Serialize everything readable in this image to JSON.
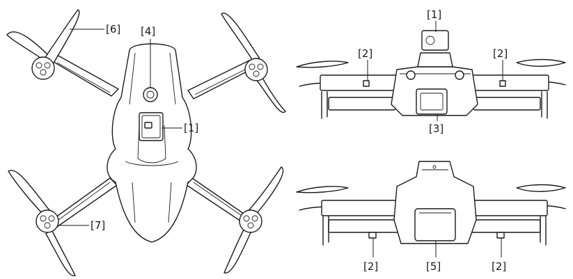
{
  "callouts": {
    "top_view": {
      "propeller": "[6]",
      "top_button": "[4]",
      "gimbal_camera": "[1]",
      "motor": "[7]"
    },
    "front_view": {
      "gimbal_camera": "[1]",
      "arm_left": "[2]",
      "arm_right": "[2]",
      "camera_lens": "[3]"
    },
    "rear_view": {
      "arm_left": "[2]",
      "battery": "[5]",
      "arm_right": "[2]"
    }
  },
  "colors": {
    "line": "#1a1a1a",
    "background": "#ffffff"
  }
}
